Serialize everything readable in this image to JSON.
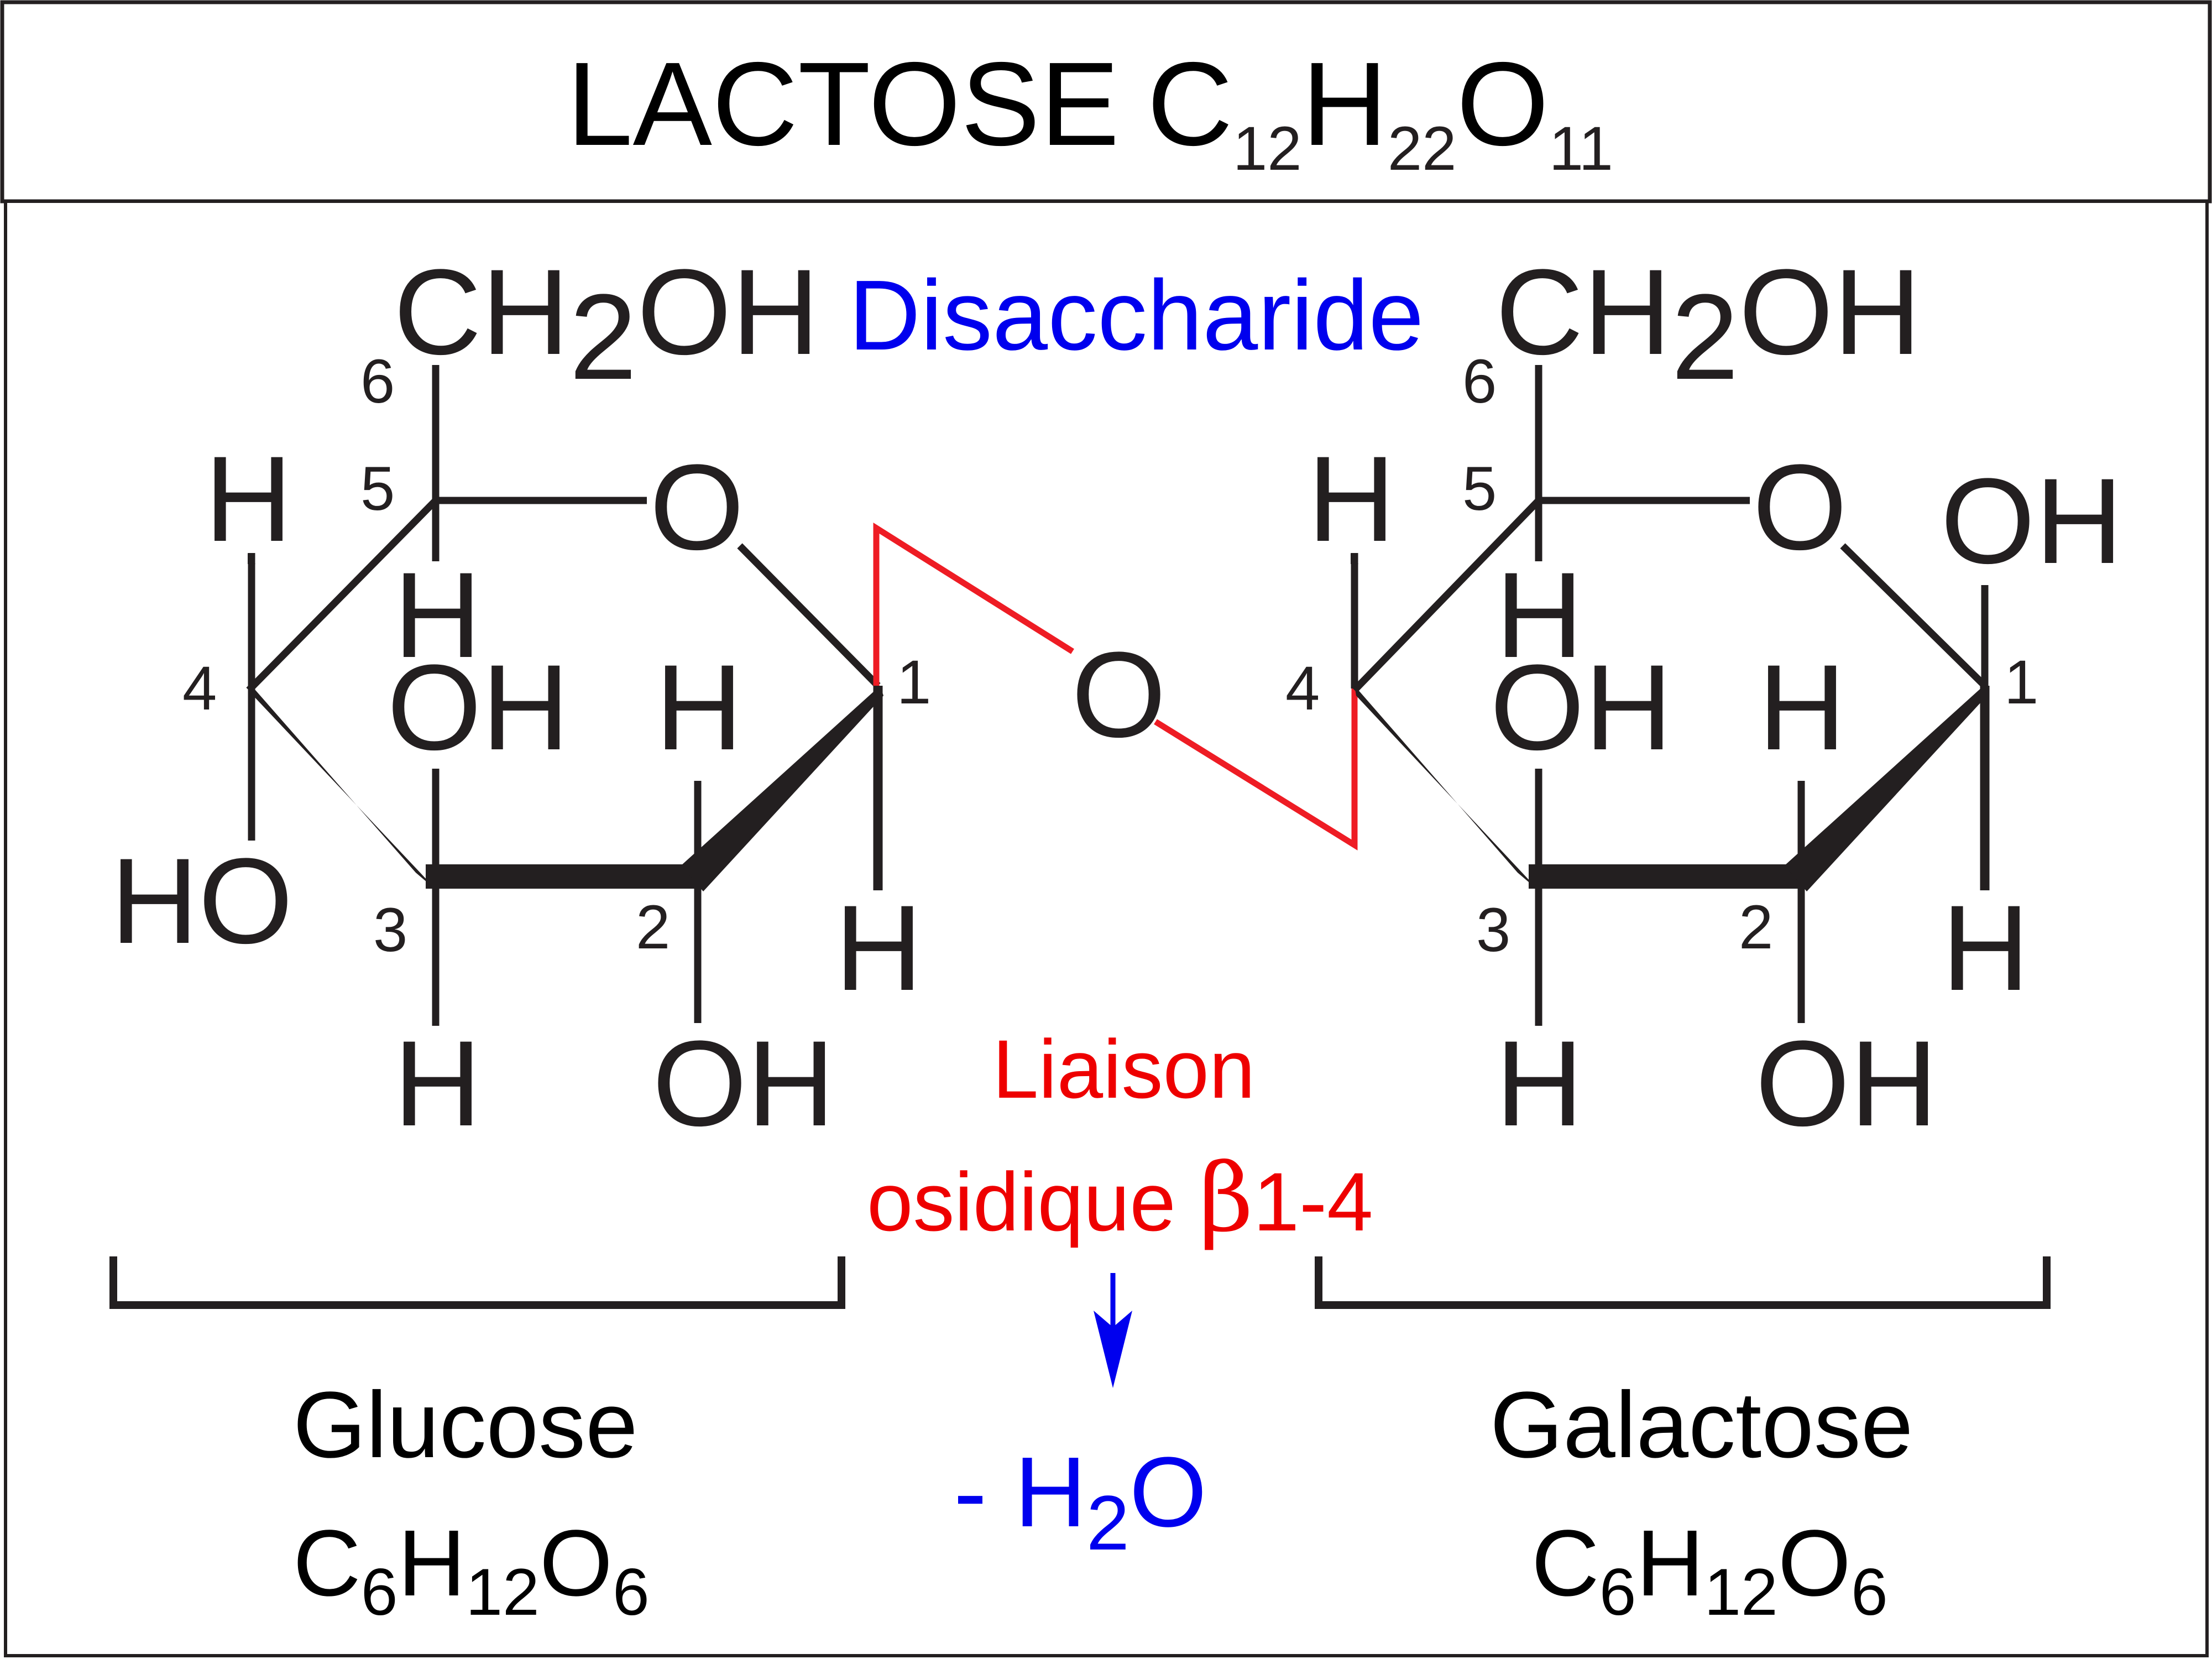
{
  "title": {
    "name": "LACTOSE",
    "formula": {
      "c": "C",
      "c_sub": "12",
      "h": "H",
      "h_sub": "22",
      "o": "O",
      "o_sub": "11"
    }
  },
  "center_label": "Disaccharide",
  "bridge_oxygen": "O",
  "linkage": {
    "line1": "Liaison",
    "line2_text": "osidique ",
    "beta": "β",
    "line2_rest": "1-4"
  },
  "water_loss": {
    "prefix": "- H",
    "sub": "2",
    "suffix": "O"
  },
  "glucose": {
    "name": "Glucose",
    "formula": {
      "c": "C",
      "c_sub": "6",
      "h": "H",
      "h_sub": "12",
      "o": "O",
      "o_sub": "6"
    },
    "ch2oh": {
      "pre": "CH",
      "sub": "2",
      "post": "OH"
    },
    "ring_o": "O",
    "h4": "H",
    "h5": "H",
    "ho4": "HO",
    "oh3": "OH",
    "h3": "H",
    "h2_top": "H",
    "oh2": "OH",
    "h1": "H",
    "num6": "6",
    "num5": "5",
    "num4": "4",
    "num3": "3",
    "num2": "2",
    "num1": "1"
  },
  "galactose": {
    "name": "Galactose",
    "formula": {
      "c": "C",
      "c_sub": "6",
      "h": "H",
      "h_sub": "12",
      "o": "O",
      "o_sub": "6"
    },
    "ch2oh": {
      "pre": "CH",
      "sub": "2",
      "post": "OH"
    },
    "ring_o": "O",
    "oh1": "OH",
    "h4": "H",
    "h5": "H",
    "oh3": "OH",
    "h3": "H",
    "h2_top": "H",
    "oh2": "OH",
    "h1": "H",
    "num6": "6",
    "num5": "5",
    "num4": "4",
    "num3": "3",
    "num2": "2",
    "num1": "1"
  },
  "colors": {
    "ink": "#231f20",
    "red": "#ee1c24",
    "blue": "#0000ee"
  }
}
